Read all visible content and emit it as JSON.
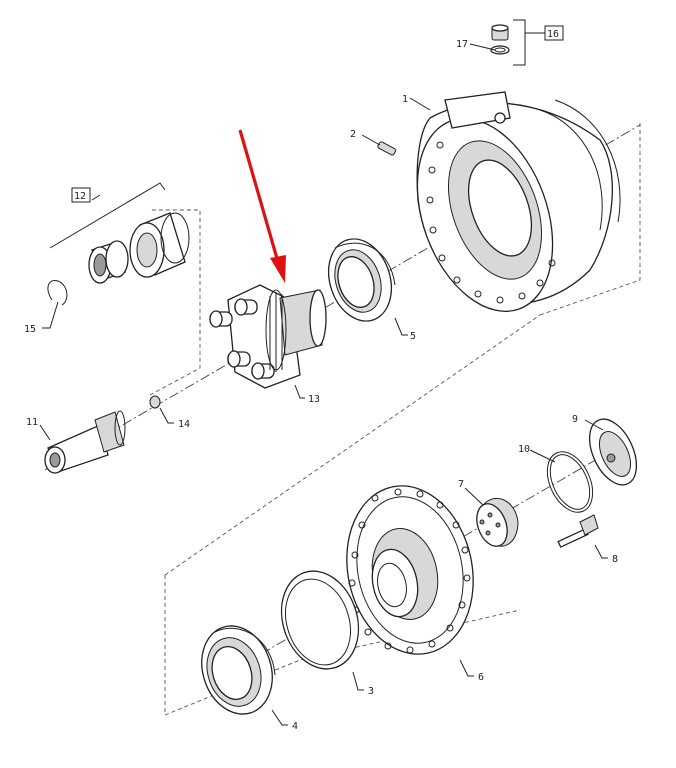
{
  "diagram": {
    "arrow_color": "#e01010",
    "callouts": {
      "c1": "1",
      "c2": "2",
      "c3": "3",
      "c4": "4",
      "c5": "5",
      "c6": "6",
      "c7": "7",
      "c8": "8",
      "c9": "9",
      "c10": "10",
      "c11": "11",
      "c12": "12",
      "c13": "13",
      "c14": "14",
      "c15": "15",
      "c16": "16",
      "c17": "17"
    }
  }
}
